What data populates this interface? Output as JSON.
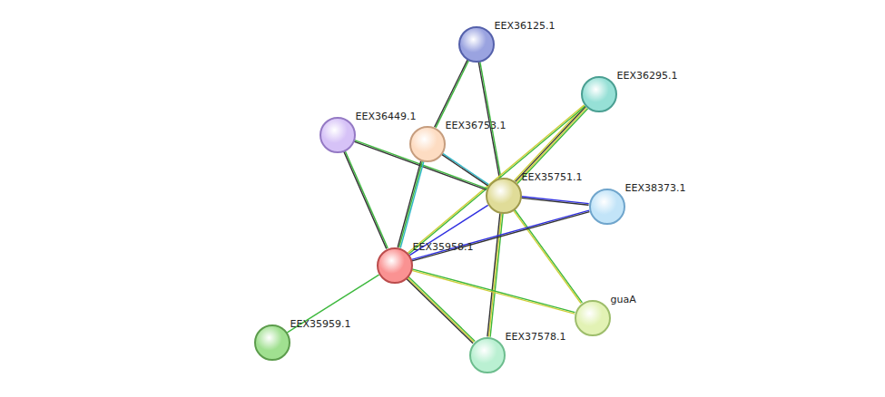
{
  "diagram": {
    "nodes": [
      {
        "text": [
          "EEX36125.1"
        ]
      },
      {
        "text": [
          "EEX36295.1"
        ]
      },
      {
        "text": [
          "EEX36449.1"
        ]
      },
      {
        "text": [
          "EEX36753.1"
        ]
      },
      {
        "text": [
          "EEX35751.1"
        ]
      },
      {
        "text": [
          "EEX38373.1"
        ]
      },
      {
        "text": [
          "EEX35958.1"
        ]
      },
      {
        "text": [
          "guaA"
        ]
      },
      {
        "text": [
          "EEX35959.1"
        ]
      },
      {
        "text": [
          "EEX37578.1"
        ]
      }
    ],
    "edges": [
      {
        "from": 0,
        "to": 3,
        "arrow": "none"
      },
      {
        "from": 0,
        "to": 4,
        "arrow": "none"
      },
      {
        "from": 1,
        "to": 4,
        "arrow": "none"
      },
      {
        "from": 1,
        "to": 6,
        "arrow": "none"
      },
      {
        "from": 2,
        "to": 4,
        "arrow": "none"
      },
      {
        "from": 2,
        "to": 6,
        "arrow": "none"
      },
      {
        "from": 3,
        "to": 4,
        "arrow": "none"
      },
      {
        "from": 3,
        "to": 6,
        "arrow": "none"
      },
      {
        "from": 4,
        "to": 5,
        "arrow": "none"
      },
      {
        "from": 4,
        "to": 6,
        "arrow": "none"
      },
      {
        "from": 4,
        "to": 7,
        "arrow": "none"
      },
      {
        "from": 4,
        "to": 9,
        "arrow": "none"
      },
      {
        "from": 6,
        "to": 5,
        "arrow": "none"
      },
      {
        "from": 6,
        "to": 7,
        "arrow": "none"
      },
      {
        "from": 6,
        "to": 9,
        "arrow": "none"
      },
      {
        "from": 6,
        "to": 8,
        "arrow": "none"
      }
    ]
  }
}
